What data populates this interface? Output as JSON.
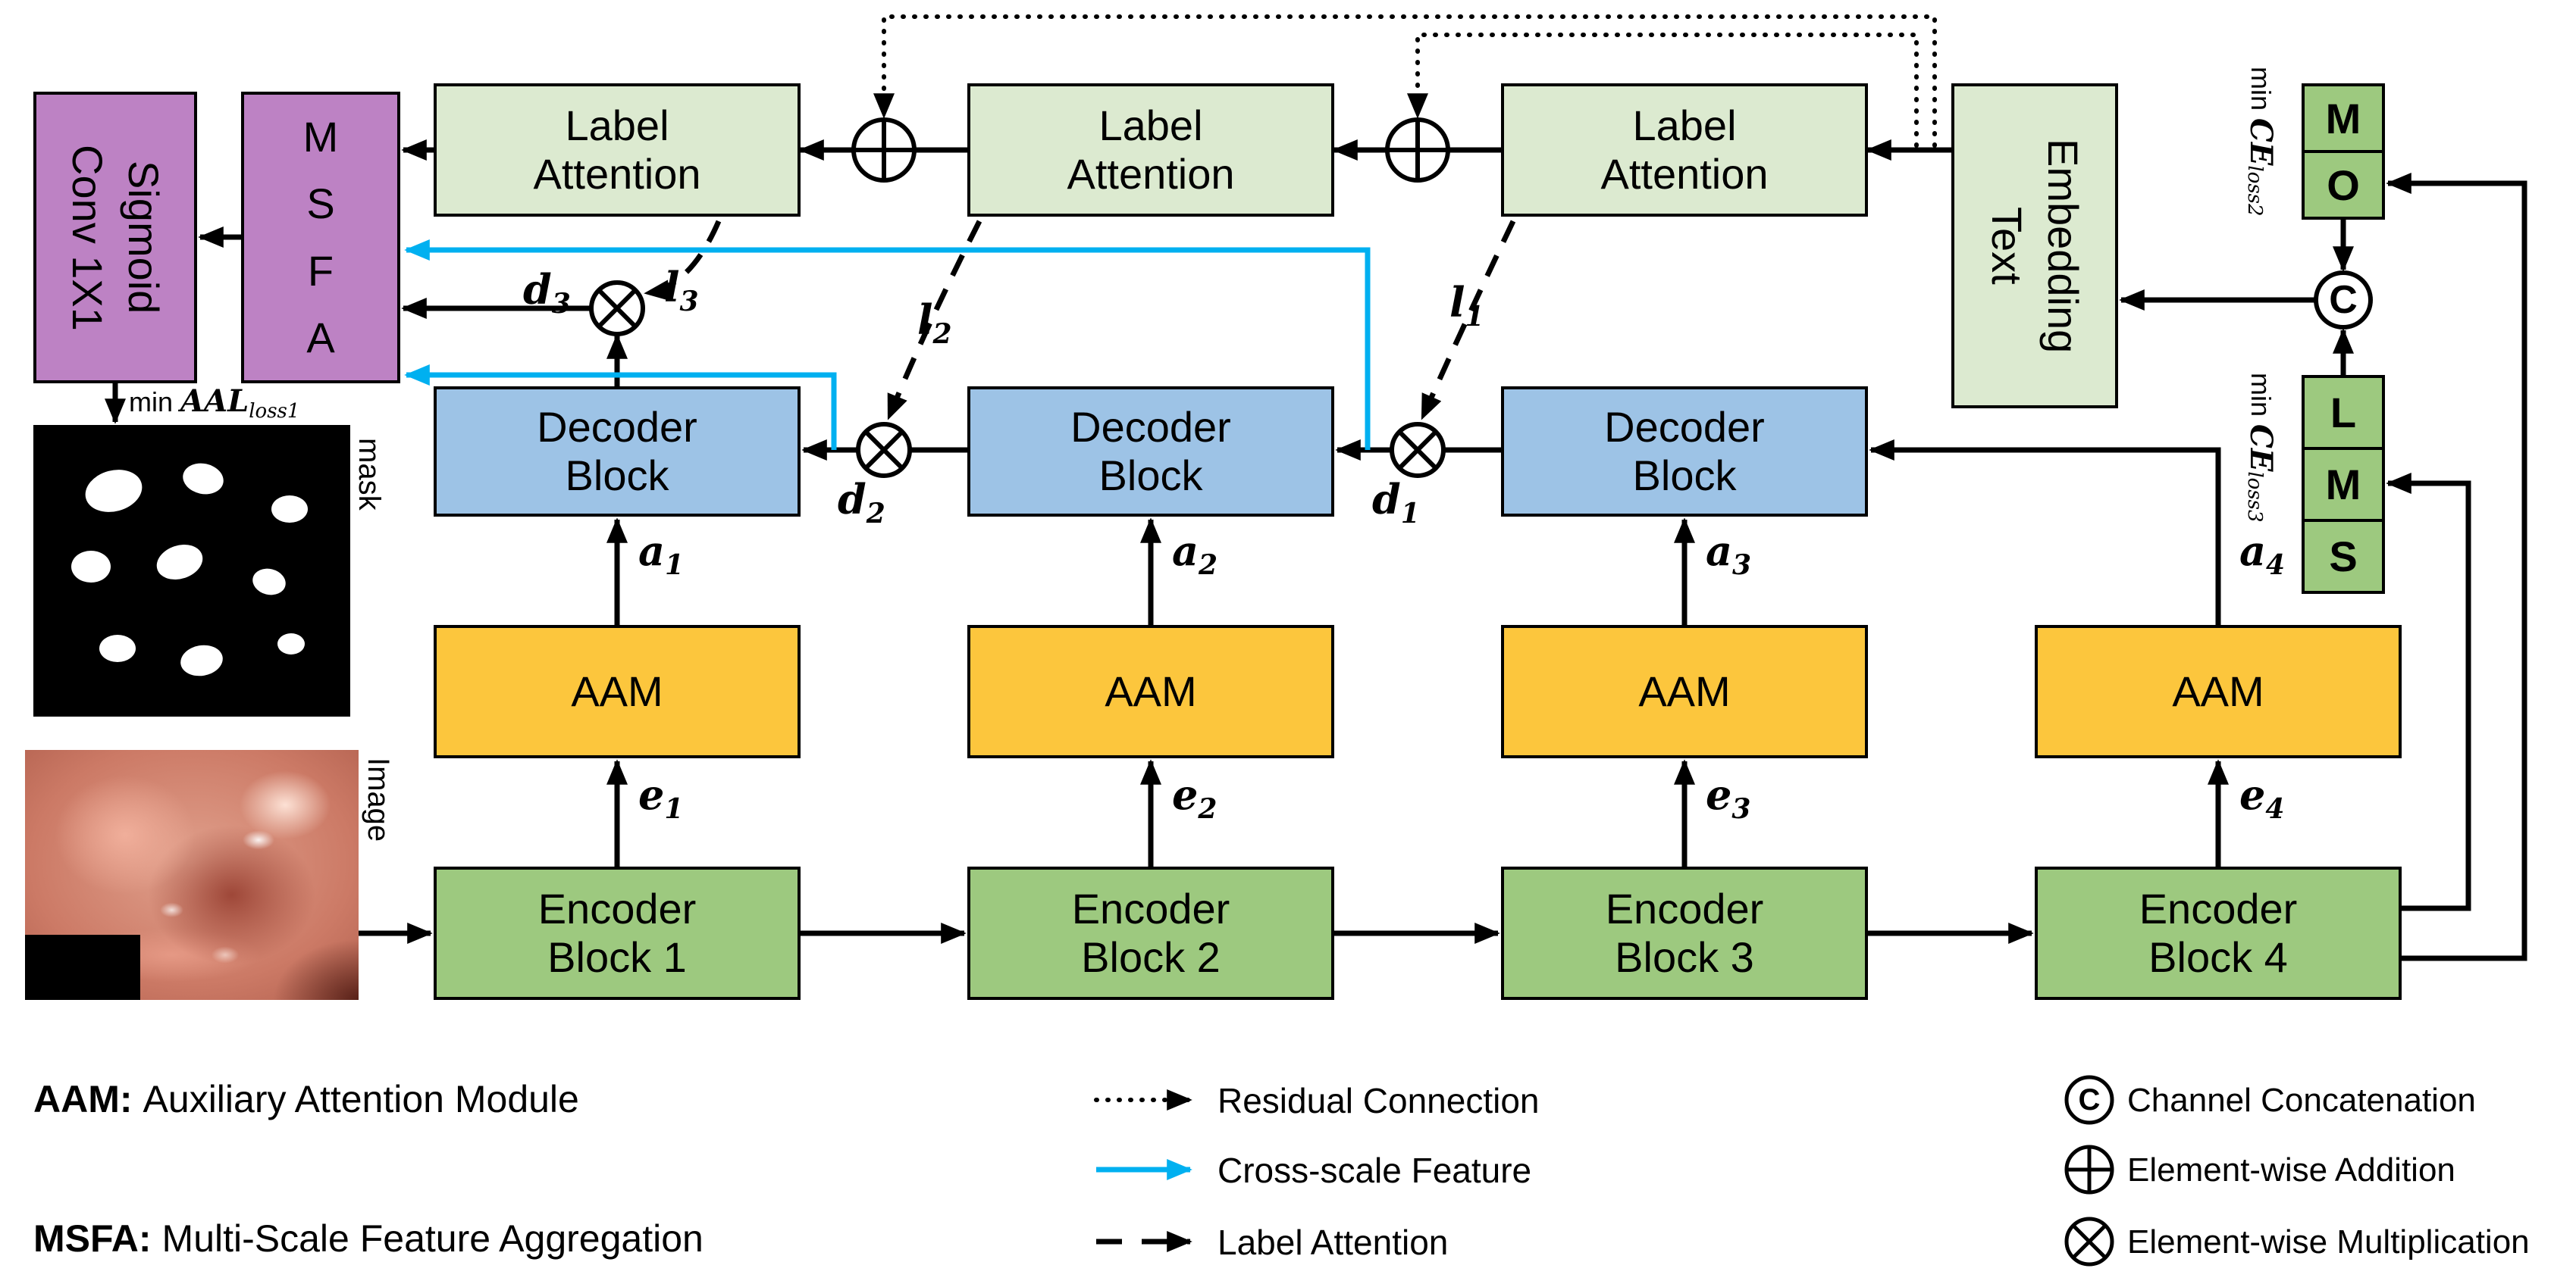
{
  "colors": {
    "encoder_green": "#9dc97f",
    "attention_light_green": "#dcead0",
    "aam_yellow": "#fcc63d",
    "decoder_blue": "#9dc3e6",
    "msfa_purple": "#bd82c4",
    "cross_scale_cyan": "#00b0f0",
    "line_black": "#000000"
  },
  "blocks": {
    "label_attention": [
      {
        "line1": "Label",
        "line2": "Attention"
      },
      {
        "line1": "Label",
        "line2": "Attention"
      },
      {
        "line1": "Label",
        "line2": "Attention"
      }
    ],
    "decoder": [
      {
        "line1": "Decoder",
        "line2": "Block"
      },
      {
        "line1": "Decoder",
        "line2": "Block"
      },
      {
        "line1": "Decoder",
        "line2": "Block"
      }
    ],
    "aam": [
      "AAM",
      "AAM",
      "AAM",
      "AAM"
    ],
    "encoder": [
      {
        "line1": "Encoder",
        "line2": "Block 1"
      },
      {
        "line1": "Encoder",
        "line2": "Block 2"
      },
      {
        "line1": "Encoder",
        "line2": "Block 3"
      },
      {
        "line1": "Encoder",
        "line2": "Block 4"
      }
    ],
    "text_embedding": {
      "line1": "Text",
      "line2": "Embedding"
    },
    "conv": {
      "line1": "Conv 1X1",
      "line2": "Sigmoid"
    },
    "msfa_letters": [
      "M",
      "S",
      "F",
      "A"
    ],
    "mo_letters": [
      "M",
      "O"
    ],
    "lms_letters": [
      "L",
      "M",
      "S"
    ],
    "concat_letter": "C"
  },
  "math": {
    "e1": {
      "base": "e",
      "sub": "1"
    },
    "e2": {
      "base": "e",
      "sub": "2"
    },
    "e3": {
      "base": "e",
      "sub": "3"
    },
    "e4": {
      "base": "e",
      "sub": "4"
    },
    "a1": {
      "base": "a",
      "sub": "1"
    },
    "a2": {
      "base": "a",
      "sub": "2"
    },
    "a3": {
      "base": "a",
      "sub": "3"
    },
    "a4": {
      "base": "a",
      "sub": "4"
    },
    "d1": {
      "base": "d",
      "sub": "1"
    },
    "d2": {
      "base": "d",
      "sub": "2"
    },
    "d3": {
      "base": "d",
      "sub": "3"
    },
    "l1": {
      "base": "l",
      "sub": "1"
    },
    "l2": {
      "base": "l",
      "sub": "2"
    },
    "l3": {
      "base": "l",
      "sub": "3"
    },
    "loss1": {
      "prefix": "min",
      "base": "AAL",
      "sub": "loss1"
    },
    "loss2": {
      "prefix": "min",
      "base": "CE",
      "sub": "loss2"
    },
    "loss3": {
      "prefix": "min",
      "base": "CE",
      "sub": "loss3"
    }
  },
  "annotations": {
    "mask": "mask",
    "image": "Image"
  },
  "legend": {
    "aam_term": "AAM:",
    "aam_definition": "Auxiliary Attention Module",
    "msfa_term": "MSFA:",
    "msfa_definition": "Multi-Scale Feature Aggregation",
    "residual": "Residual Connection",
    "cross_scale": "Cross-scale Feature",
    "label_attention": "Label Attention",
    "concat_letter": "C",
    "concat": "Channel Concatenation",
    "addition": "Element-wise Addition",
    "multiplication": "Element-wise Multiplication"
  }
}
